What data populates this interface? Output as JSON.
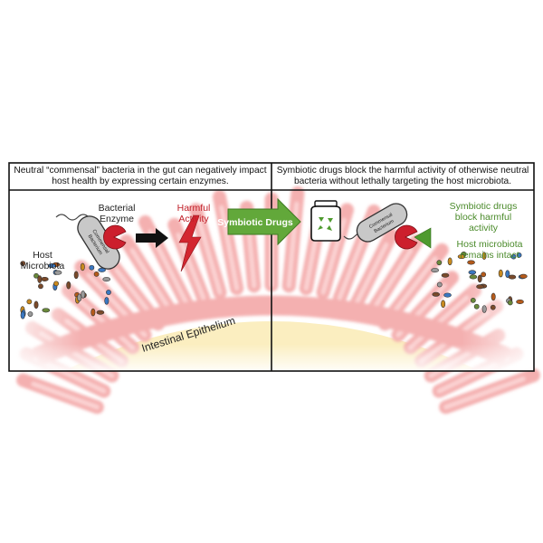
{
  "headers": {
    "left": "Neutral “commensal” bacteria in the gut can negatively impact host health by expressing certain enzymes.",
    "right": "Symbiotic drugs block the harmful activity of otherwise neutral bacteria without lethally targeting the host microbiota."
  },
  "labels": {
    "host_microbiota": "Host Microbiota",
    "bacterial_enzyme": "Bacterial Enzyme",
    "harmful_activity": "Harmful Activity",
    "symbiotic_drugs_arrow": "Symbiotic Drugs",
    "intestinal_epithelium": "Intestinal Epithelium",
    "commensal_bacterium": "Commensal Bacterium",
    "drugs_block": "Symbiotic drugs block harmful activity",
    "microbiota_intact": "Host microbiota remains intact"
  },
  "colors": {
    "harmful": "#c0202a",
    "symbiotic_green": "#4a8a2a",
    "villi_pink": "#f6b8b8",
    "epithelium_yellow": "#fbeec0",
    "arrow_green": "#62a83a",
    "enzyme_red": "#cc1f2d"
  }
}
